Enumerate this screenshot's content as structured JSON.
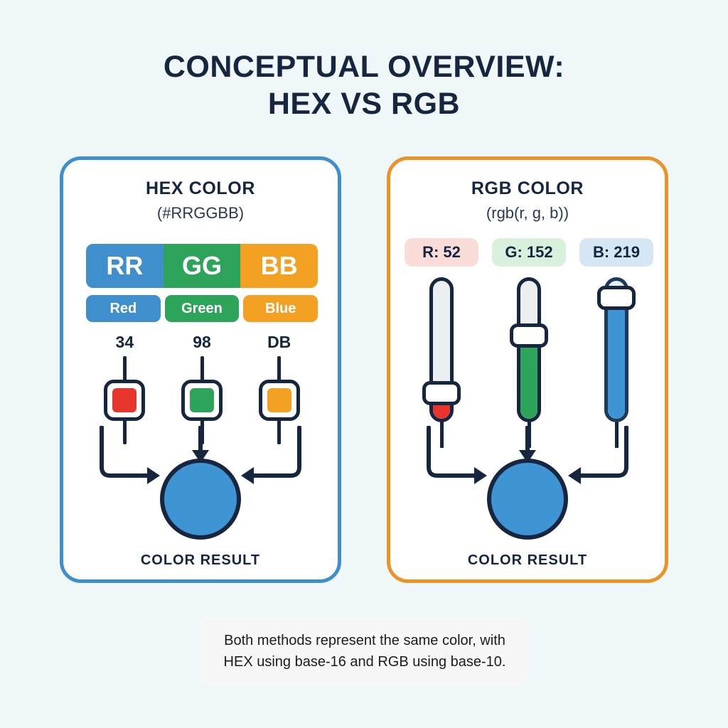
{
  "background_color": "#eff7f8",
  "title": {
    "line1": "CONCEPTUAL OVERVIEW:",
    "line2": "HEX VS RGB"
  },
  "hex_card": {
    "border_color": "#3f8fcc",
    "title": "HEX COLOR",
    "subtitle": "(#RRGGBB)",
    "segments": [
      {
        "code": "RR",
        "name": "Red",
        "value": "34",
        "bar_color": "#3f8fcc",
        "chip_color": "#e8352b"
      },
      {
        "code": "GG",
        "name": "Green",
        "value": "98",
        "bar_color": "#2ea35a",
        "chip_color": "#2ea35a"
      },
      {
        "code": "BB",
        "name": "Blue",
        "value": "DB",
        "bar_color": "#f2a122",
        "chip_color": "#f2a122"
      }
    ],
    "result_label": "COLOR RESULT",
    "result_color": "#3f94d4"
  },
  "rgb_card": {
    "border_color": "#eb9329",
    "title": "RGB COLOR",
    "subtitle": "(rgb(r, g, b))",
    "channels": [
      {
        "label": "R: 52",
        "value": 52,
        "pill_color": "#fadcd9",
        "fill_color": "#e8352b",
        "fill_percent": 20
      },
      {
        "label": "G: 152",
        "value": 152,
        "pill_color": "#d9f0dc",
        "fill_color": "#2ea35a",
        "fill_percent": 60
      },
      {
        "label": "B: 219",
        "value": 219,
        "pill_color": "#d6e6f4",
        "fill_color": "#3f94d4",
        "fill_percent": 86
      }
    ],
    "result_label": "COLOR RESULT",
    "result_color": "#3f94d4"
  },
  "caption": {
    "line1": "Both methods represent the same color, with",
    "line2": "HEX using base-16 and RGB using base-10."
  },
  "colors": {
    "ink": "#16263f",
    "arrow": "#16263f"
  }
}
